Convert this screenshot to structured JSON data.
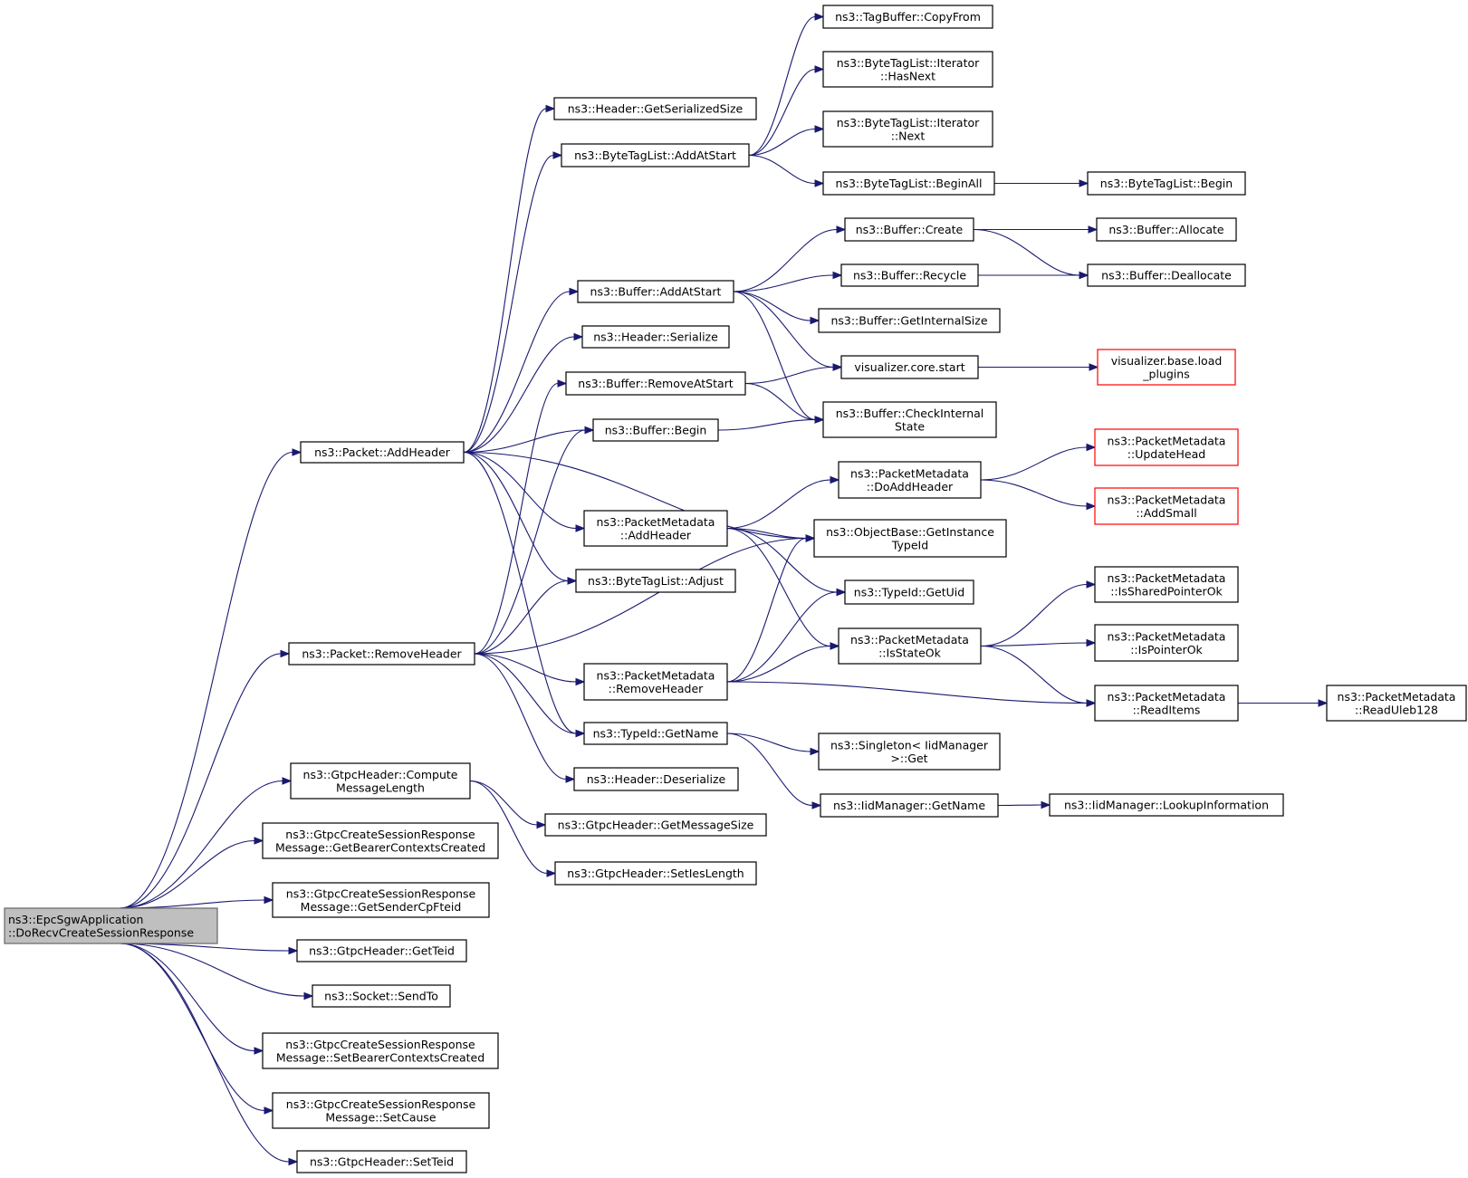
{
  "graph_title": "",
  "nodes": [
    {
      "id": "root",
      "lines": [
        "ns3::EpcSgwApplication",
        "::DoRecvCreateSessionResponse"
      ],
      "kind": "root"
    },
    {
      "id": "addheader",
      "lines": [
        "ns3::Packet::AddHeader"
      ]
    },
    {
      "id": "removeheader",
      "lines": [
        "ns3::Packet::RemoveHeader"
      ]
    },
    {
      "id": "computelen",
      "lines": [
        "ns3::GtpcHeader::Compute",
        "MessageLength"
      ]
    },
    {
      "id": "getbearer",
      "lines": [
        "ns3::GtpcCreateSessionResponse",
        "Message::GetBearerContextsCreated"
      ]
    },
    {
      "id": "getsender",
      "lines": [
        "ns3::GtpcCreateSessionResponse",
        "Message::GetSenderCpFteid"
      ]
    },
    {
      "id": "getteid",
      "lines": [
        "ns3::GtpcHeader::GetTeid"
      ]
    },
    {
      "id": "sendto",
      "lines": [
        "ns3::Socket::SendTo"
      ]
    },
    {
      "id": "setbearer",
      "lines": [
        "ns3::GtpcCreateSessionResponse",
        "Message::SetBearerContextsCreated"
      ]
    },
    {
      "id": "setcause",
      "lines": [
        "ns3::GtpcCreateSessionResponse",
        "Message::SetCause"
      ]
    },
    {
      "id": "setteid",
      "lines": [
        "ns3::GtpcHeader::SetTeid"
      ]
    },
    {
      "id": "hdr_getsersize",
      "lines": [
        "ns3::Header::GetSerializedSize"
      ]
    },
    {
      "id": "btl_addatstart",
      "lines": [
        "ns3::ByteTagList::AddAtStart"
      ]
    },
    {
      "id": "buf_addatstart",
      "lines": [
        "ns3::Buffer::AddAtStart"
      ]
    },
    {
      "id": "hdr_serialize",
      "lines": [
        "ns3::Header::Serialize"
      ]
    },
    {
      "id": "buf_removeatstart",
      "lines": [
        "ns3::Buffer::RemoveAtStart"
      ]
    },
    {
      "id": "buf_begin",
      "lines": [
        "ns3::Buffer::Begin"
      ]
    },
    {
      "id": "pm_addheader",
      "lines": [
        "ns3::PacketMetadata",
        "::AddHeader"
      ]
    },
    {
      "id": "btl_adjust",
      "lines": [
        "ns3::ByteTagList::Adjust"
      ]
    },
    {
      "id": "pm_removeheader",
      "lines": [
        "ns3::PacketMetadata",
        "::RemoveHeader"
      ]
    },
    {
      "id": "typeid_getname",
      "lines": [
        "ns3::TypeId::GetName"
      ]
    },
    {
      "id": "hdr_deserialize",
      "lines": [
        "ns3::Header::Deserialize"
      ]
    },
    {
      "id": "gtpc_getmsgsize",
      "lines": [
        "ns3::GtpcHeader::GetMessageSize"
      ]
    },
    {
      "id": "gtpc_setieslen",
      "lines": [
        "ns3::GtpcHeader::SetIesLength"
      ]
    },
    {
      "id": "tagbuf_copyfrom",
      "lines": [
        "ns3::TagBuffer::CopyFrom"
      ]
    },
    {
      "id": "btl_it_hasnext",
      "lines": [
        "ns3::ByteTagList::Iterator",
        "::HasNext"
      ]
    },
    {
      "id": "btl_it_next",
      "lines": [
        "ns3::ByteTagList::Iterator",
        "::Next"
      ]
    },
    {
      "id": "btl_beginall",
      "lines": [
        "ns3::ByteTagList::BeginAll"
      ]
    },
    {
      "id": "buf_create",
      "lines": [
        "ns3::Buffer::Create"
      ]
    },
    {
      "id": "buf_recycle",
      "lines": [
        "ns3::Buffer::Recycle"
      ]
    },
    {
      "id": "buf_getinternalsize",
      "lines": [
        "ns3::Buffer::GetInternalSize"
      ]
    },
    {
      "id": "vis_core_start",
      "lines": [
        "visualizer.core.start"
      ]
    },
    {
      "id": "buf_checkinternal",
      "lines": [
        "ns3::Buffer::CheckInternal",
        "State"
      ]
    },
    {
      "id": "pm_doaddheader",
      "lines": [
        "ns3::PacketMetadata",
        "::DoAddHeader"
      ]
    },
    {
      "id": "ob_getinstancetypeid",
      "lines": [
        "ns3::ObjectBase::GetInstance",
        "TypeId"
      ]
    },
    {
      "id": "typeid_getuid",
      "lines": [
        "ns3::TypeId::GetUid"
      ]
    },
    {
      "id": "pm_isstateok",
      "lines": [
        "ns3::PacketMetadata",
        "::IsStateOk"
      ]
    },
    {
      "id": "singleton_get",
      "lines": [
        "ns3::Singleton< IidManager",
        ">::Get"
      ]
    },
    {
      "id": "iid_getname",
      "lines": [
        "ns3::IidManager::GetName"
      ]
    },
    {
      "id": "btl_begin",
      "lines": [
        "ns3::ByteTagList::Begin"
      ]
    },
    {
      "id": "buf_allocate",
      "lines": [
        "ns3::Buffer::Allocate"
      ]
    },
    {
      "id": "buf_deallocate",
      "lines": [
        "ns3::Buffer::Deallocate"
      ]
    },
    {
      "id": "vis_base_load",
      "lines": [
        "visualizer.base.load",
        "_plugins"
      ],
      "kind": "trunc"
    },
    {
      "id": "pm_updatehead",
      "lines": [
        "ns3::PacketMetadata",
        "::UpdateHead"
      ],
      "kind": "trunc"
    },
    {
      "id": "pm_addsmall",
      "lines": [
        "ns3::PacketMetadata",
        "::AddSmall"
      ],
      "kind": "trunc"
    },
    {
      "id": "pm_issharedptrok",
      "lines": [
        "ns3::PacketMetadata",
        "::IsSharedPointerOk"
      ]
    },
    {
      "id": "pm_isptrok",
      "lines": [
        "ns3::PacketMetadata",
        "::IsPointerOk"
      ]
    },
    {
      "id": "pm_readitems",
      "lines": [
        "ns3::PacketMetadata",
        "::ReadItems"
      ]
    },
    {
      "id": "iid_lookupinfo",
      "lines": [
        "ns3::IidManager::LookupInformation"
      ]
    },
    {
      "id": "pm_readuleb128",
      "lines": [
        "ns3::PacketMetadata",
        "::ReadUleb128"
      ]
    }
  ],
  "edges": [
    [
      "root",
      "addheader"
    ],
    [
      "root",
      "removeheader"
    ],
    [
      "root",
      "computelen"
    ],
    [
      "root",
      "getbearer"
    ],
    [
      "root",
      "getsender"
    ],
    [
      "root",
      "getteid"
    ],
    [
      "root",
      "sendto"
    ],
    [
      "root",
      "setbearer"
    ],
    [
      "root",
      "setcause"
    ],
    [
      "root",
      "setteid"
    ],
    [
      "addheader",
      "hdr_getsersize"
    ],
    [
      "addheader",
      "btl_addatstart"
    ],
    [
      "addheader",
      "buf_addatstart"
    ],
    [
      "addheader",
      "hdr_serialize"
    ],
    [
      "addheader",
      "buf_begin"
    ],
    [
      "addheader",
      "pm_addheader"
    ],
    [
      "addheader",
      "btl_adjust"
    ],
    [
      "addheader",
      "ob_getinstancetypeid"
    ],
    [
      "addheader",
      "typeid_getname"
    ],
    [
      "removeheader",
      "buf_removeatstart"
    ],
    [
      "removeheader",
      "buf_begin"
    ],
    [
      "removeheader",
      "btl_adjust"
    ],
    [
      "removeheader",
      "ob_getinstancetypeid"
    ],
    [
      "removeheader",
      "pm_removeheader"
    ],
    [
      "removeheader",
      "typeid_getname"
    ],
    [
      "removeheader",
      "hdr_deserialize"
    ],
    [
      "computelen",
      "gtpc_getmsgsize"
    ],
    [
      "computelen",
      "gtpc_setieslen"
    ],
    [
      "btl_addatstart",
      "tagbuf_copyfrom"
    ],
    [
      "btl_addatstart",
      "btl_it_hasnext"
    ],
    [
      "btl_addatstart",
      "btl_it_next"
    ],
    [
      "btl_addatstart",
      "btl_beginall"
    ],
    [
      "btl_beginall",
      "btl_begin"
    ],
    [
      "buf_addatstart",
      "buf_create"
    ],
    [
      "buf_addatstart",
      "buf_recycle"
    ],
    [
      "buf_addatstart",
      "buf_getinternalsize"
    ],
    [
      "buf_addatstart",
      "vis_core_start"
    ],
    [
      "buf_addatstart",
      "buf_checkinternal"
    ],
    [
      "buf_create",
      "buf_allocate"
    ],
    [
      "buf_create",
      "buf_deallocate"
    ],
    [
      "buf_recycle",
      "buf_deallocate"
    ],
    [
      "vis_core_start",
      "vis_base_load"
    ],
    [
      "buf_removeatstart",
      "vis_core_start"
    ],
    [
      "buf_removeatstart",
      "buf_checkinternal"
    ],
    [
      "buf_begin",
      "buf_checkinternal"
    ],
    [
      "pm_addheader",
      "pm_doaddheader"
    ],
    [
      "pm_addheader",
      "ob_getinstancetypeid"
    ],
    [
      "pm_addheader",
      "typeid_getuid"
    ],
    [
      "pm_addheader",
      "pm_isstateok"
    ],
    [
      "pm_doaddheader",
      "pm_updatehead"
    ],
    [
      "pm_doaddheader",
      "pm_addsmall"
    ],
    [
      "pm_removeheader",
      "ob_getinstancetypeid"
    ],
    [
      "pm_removeheader",
      "typeid_getuid"
    ],
    [
      "pm_removeheader",
      "pm_isstateok"
    ],
    [
      "pm_removeheader",
      "pm_readitems"
    ],
    [
      "pm_isstateok",
      "pm_issharedptrok"
    ],
    [
      "pm_isstateok",
      "pm_isptrok"
    ],
    [
      "pm_isstateok",
      "pm_readitems"
    ],
    [
      "pm_readitems",
      "pm_readuleb128"
    ],
    [
      "typeid_getname",
      "singleton_get"
    ],
    [
      "typeid_getname",
      "iid_getname"
    ],
    [
      "iid_getname",
      "iid_lookupinfo"
    ]
  ]
}
